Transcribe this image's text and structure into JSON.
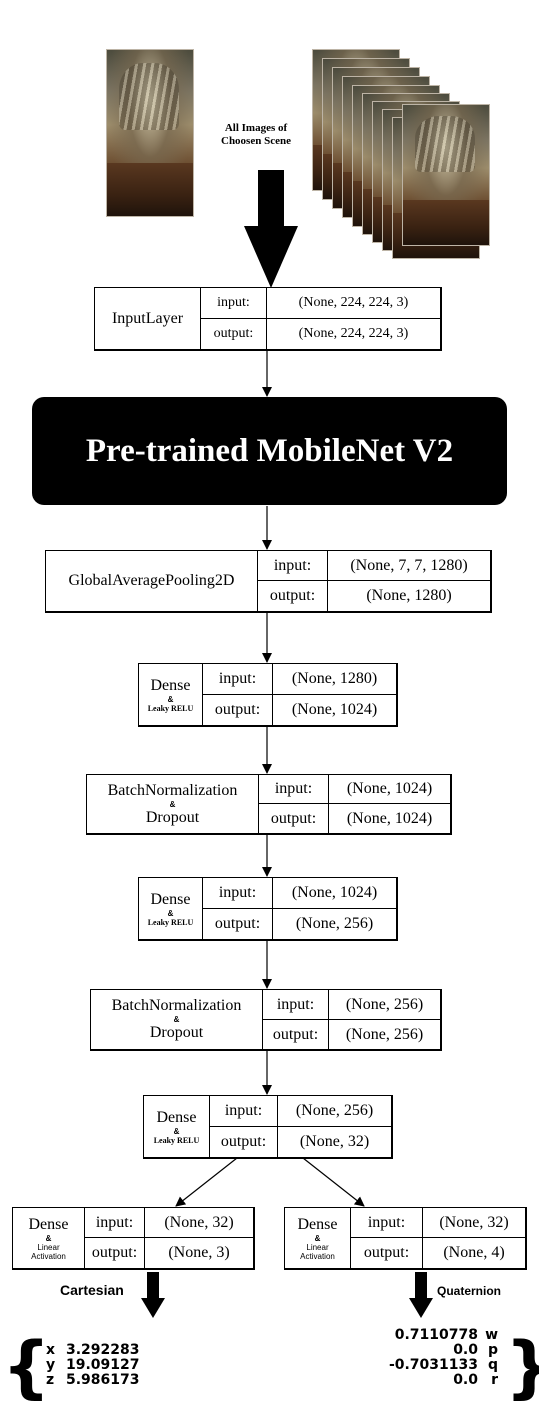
{
  "caption": "All Images of\nChoosen Scene",
  "banner": "Pre-trained MobileNet V2",
  "labels": {
    "input": "input:",
    "output": "output:"
  },
  "layers": {
    "input_layer": {
      "name": "InputLayer",
      "input": "(None, 224, 224, 3)",
      "output": "(None, 224, 224, 3)"
    },
    "gap": {
      "name": "GlobalAveragePooling2D",
      "input": "(None, 7, 7, 1280)",
      "output": "(None, 1280)"
    },
    "dense1": {
      "name": "Dense",
      "amp": "&",
      "sub": "Leaky RELU",
      "input": "(None, 1280)",
      "output": "(None, 1024)"
    },
    "bn1": {
      "name": "BatchNormalization",
      "amp": "&",
      "sub": "Dropout",
      "input": "(None, 1024)",
      "output": "(None, 1024)"
    },
    "dense2": {
      "name": "Dense",
      "amp": "&",
      "sub": "Leaky RELU",
      "input": "(None, 1024)",
      "output": "(None, 256)"
    },
    "bn2": {
      "name": "BatchNormalization",
      "amp": "&",
      "sub": "Dropout",
      "input": "(None, 256)",
      "output": "(None, 256)"
    },
    "dense3": {
      "name": "Dense",
      "amp": "&",
      "sub": "Leaky RELU",
      "input": "(None, 256)",
      "output": "(None, 32)"
    },
    "dense_cart": {
      "name": "Dense",
      "amp": "&",
      "sub1": "Linear",
      "sub2": "Activation",
      "input": "(None, 32)",
      "output": "(None, 3)"
    },
    "dense_quat": {
      "name": "Dense",
      "amp": "&",
      "sub1": "Linear",
      "sub2": "Activation",
      "input": "(None, 32)",
      "output": "(None, 4)"
    }
  },
  "outputs": {
    "cartesian": {
      "label": "Cartesian",
      "rows": [
        [
          "x",
          "3.292283"
        ],
        [
          "y",
          "19.09127"
        ],
        [
          "z",
          "5.986173"
        ]
      ]
    },
    "quaternion": {
      "label": "Quaternion",
      "rows": [
        [
          "0.7110778",
          "w"
        ],
        [
          "0.0",
          "p"
        ],
        [
          "-0.7031133",
          "q"
        ],
        [
          "0.0",
          "r"
        ]
      ]
    }
  }
}
